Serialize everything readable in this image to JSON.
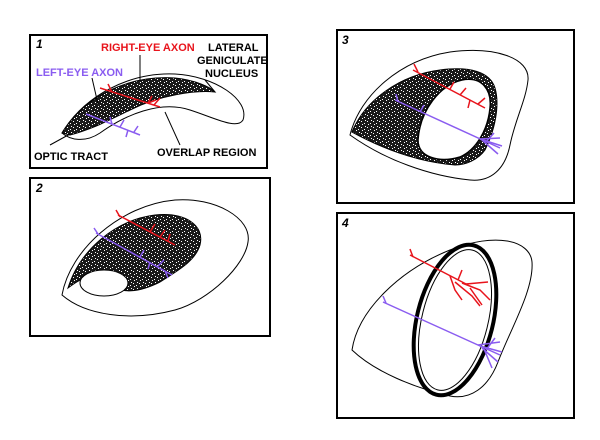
{
  "panels": [
    {
      "number": "1"
    },
    {
      "number": "2"
    },
    {
      "number": "3"
    },
    {
      "number": "4"
    }
  ],
  "labels": {
    "right_eye_axon": "RIGHT-EYE AXON",
    "left_eye_axon": "LEFT-EYE AXON",
    "lateral": "LATERAL",
    "geniculate": "GENICULATE",
    "nucleus": "NUCLEUS",
    "optic_tract": "OPTIC TRACT",
    "overlap_region": "OVERLAP REGION"
  },
  "colors": {
    "right_eye_axon": "#e8141c",
    "left_eye_axon": "#8a5cf0",
    "ink": "#000000",
    "stipple": "#1a1a1a"
  }
}
